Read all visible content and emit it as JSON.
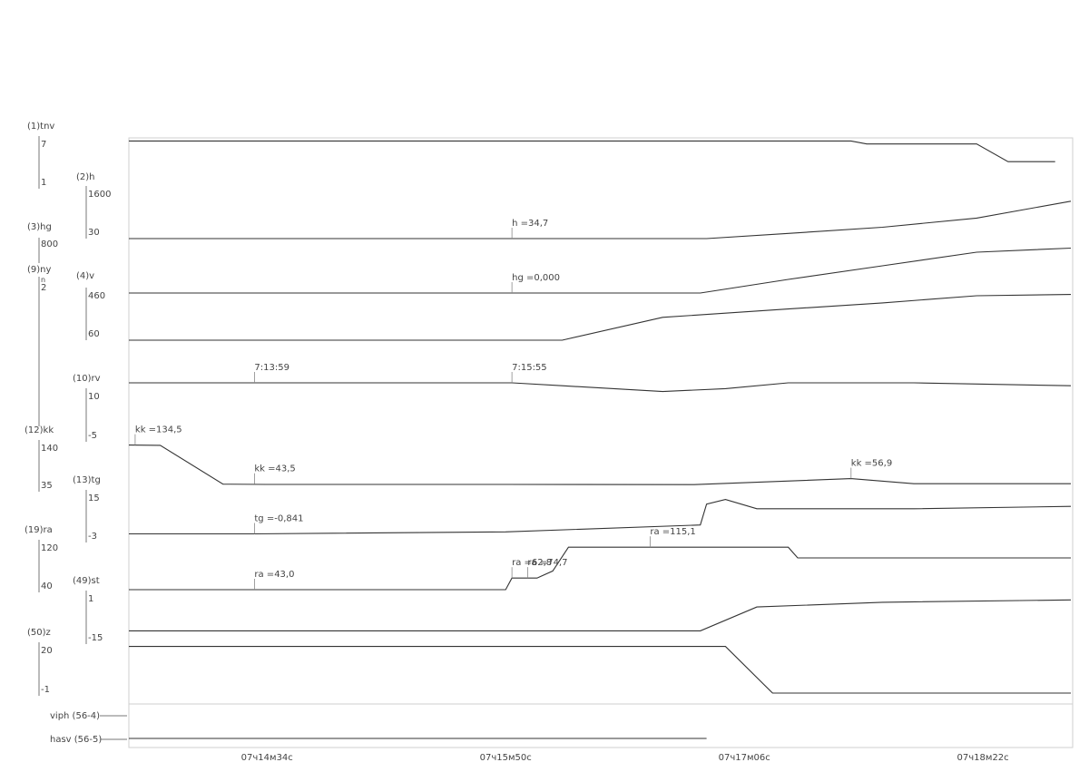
{
  "chart_data": {
    "type": "line",
    "xlabel": "",
    "ylabel": "",
    "x_axis": {
      "type": "time",
      "range": [
        "07:13:50",
        "07:18:50"
      ],
      "tick_labels": [
        "07ч14м34с",
        "07ч15м50с",
        "07ч17м06с",
        "07ч18м22с"
      ],
      "tick_times": [
        "07:14:34",
        "07:15:50",
        "07:17:06",
        "07:18:22"
      ]
    },
    "grid": false,
    "legend": "none",
    "channels": [
      {
        "name": "(1)tnv",
        "scale": [
          "7",
          "1"
        ],
        "range": [
          1,
          7
        ],
        "points": [
          [
            "07:13:50",
            6.5
          ],
          [
            "07:17:40",
            6.5
          ],
          [
            "07:17:45",
            6.2
          ],
          [
            "07:18:20",
            6.2
          ],
          [
            "07:18:30",
            4.4
          ],
          [
            "07:18:45",
            4.4
          ]
        ]
      },
      {
        "name": "(2)h",
        "scale": [
          "1600",
          "30"
        ],
        "range": [
          30,
          1600
        ],
        "points": [
          [
            "07:13:50",
            30
          ],
          [
            "07:16:54",
            30
          ],
          [
            "07:17:20",
            200
          ],
          [
            "07:17:50",
            400
          ],
          [
            "07:18:20",
            700
          ],
          [
            "07:18:50",
            1250
          ]
        ],
        "annotations": [
          {
            "text": "h  =34,7",
            "time": "07:15:52"
          }
        ]
      },
      {
        "name": "(3)hg",
        "scale": [
          "800"
        ],
        "range": [
          0,
          800
        ],
        "points": [
          [
            "07:13:50",
            0
          ],
          [
            "07:16:52",
            0
          ],
          [
            "07:17:20",
            200
          ],
          [
            "07:17:50",
            400
          ],
          [
            "07:18:20",
            600
          ],
          [
            "07:18:50",
            660
          ]
        ],
        "annotations": [
          {
            "text": "hg =0,000",
            "time": "07:15:52"
          }
        ]
      },
      {
        "name": "(9)ny",
        "scale": [
          "n",
          "2"
        ]
      },
      {
        "name": "(4)v",
        "scale": [
          "460",
          "60"
        ],
        "range": [
          60,
          460
        ],
        "points": [
          [
            "07:13:50",
            60
          ],
          [
            "07:16:08",
            60
          ],
          [
            "07:16:40",
            250
          ],
          [
            "07:17:20",
            320
          ],
          [
            "07:17:50",
            370
          ],
          [
            "07:18:20",
            430
          ],
          [
            "07:18:50",
            440
          ]
        ]
      },
      {
        "name": "(10)rv",
        "scale": [
          "10",
          "-5"
        ],
        "range": [
          -5,
          10
        ],
        "points": [
          [
            "07:13:50",
            10
          ],
          [
            "07:14:30",
            10
          ],
          [
            "07:15:52",
            10
          ],
          [
            "07:16:08",
            9
          ],
          [
            "07:16:40",
            7
          ],
          [
            "07:17:00",
            8
          ],
          [
            "07:17:20",
            10
          ],
          [
            "07:18:00",
            10
          ],
          [
            "07:18:50",
            9
          ]
        ],
        "annotations": [
          {
            "text": "7:13:59",
            "time": "07:14:30"
          },
          {
            "text": "7:15:55",
            "time": "07:15:52"
          }
        ]
      },
      {
        "name": "(12)kk",
        "scale": [
          "140",
          "35"
        ],
        "range": [
          35,
          140
        ],
        "points": [
          [
            "07:13:50",
            134.5
          ],
          [
            "07:14:00",
            134
          ],
          [
            "07:14:20",
            44
          ],
          [
            "07:14:34",
            43.5
          ],
          [
            "07:15:50",
            43.5
          ],
          [
            "07:16:50",
            43
          ],
          [
            "07:17:40",
            56.9
          ],
          [
            "07:18:00",
            45
          ],
          [
            "07:18:50",
            45
          ]
        ],
        "annotations": [
          {
            "text": "kk =134,5",
            "time": "07:13:52"
          },
          {
            "text": "kk =43,5",
            "time": "07:14:30"
          },
          {
            "text": "kk =56,9",
            "time": "07:17:40"
          }
        ]
      },
      {
        "name": "(13)tg",
        "scale": [
          "15",
          "-3"
        ],
        "range": [
          -3,
          15
        ],
        "points": [
          [
            "07:13:50",
            -0.84
          ],
          [
            "07:14:30",
            -0.84
          ],
          [
            "07:15:50",
            0
          ],
          [
            "07:16:52",
            3
          ],
          [
            "07:16:54",
            12
          ],
          [
            "07:17:00",
            14
          ],
          [
            "07:17:10",
            10
          ],
          [
            "07:18:00",
            10
          ],
          [
            "07:18:50",
            11
          ]
        ],
        "annotations": [
          {
            "text": "tg =-0,841",
            "time": "07:14:30"
          }
        ]
      },
      {
        "name": "(19)ra",
        "scale": [
          "120",
          "40"
        ],
        "range": [
          40,
          120
        ],
        "points": [
          [
            "07:13:50",
            43.0
          ],
          [
            "07:15:50",
            43.0
          ],
          [
            "07:15:52",
            62.8
          ],
          [
            "07:16:00",
            62.8
          ],
          [
            "07:16:05",
            74.7
          ],
          [
            "07:16:10",
            115.1
          ],
          [
            "07:17:20",
            115.1
          ],
          [
            "07:17:23",
            97
          ],
          [
            "07:18:50",
            97
          ]
        ],
        "annotations": [
          {
            "text": "ra =43,0",
            "time": "07:14:30"
          },
          {
            "text": "ra =62,8",
            "time": "07:15:52"
          },
          {
            "text": "ra =74,7",
            "time": "07:15:57"
          },
          {
            "text": "ra =115,1",
            "time": "07:16:36"
          }
        ]
      },
      {
        "name": "(49)st",
        "scale": [
          "1",
          "-15"
        ],
        "range": [
          -15,
          1
        ],
        "points": [
          [
            "07:13:50",
            -14
          ],
          [
            "07:16:52",
            -14
          ],
          [
            "07:17:10",
            -4
          ],
          [
            "07:17:50",
            -2
          ],
          [
            "07:18:50",
            -1
          ]
        ]
      },
      {
        "name": "(50)z",
        "scale": [
          "20",
          "-1"
        ],
        "range": [
          -1,
          20
        ],
        "points": [
          [
            "07:13:50",
            19
          ],
          [
            "07:17:00",
            19
          ],
          [
            "07:17:15",
            -1
          ],
          [
            "07:18:50",
            -1
          ]
        ]
      },
      {
        "name": "viph (56-4)"
      },
      {
        "name": "hasv (56-5)",
        "points": [
          [
            "07:13:50",
            1
          ],
          [
            "07:16:54",
            1
          ]
        ]
      }
    ]
  }
}
